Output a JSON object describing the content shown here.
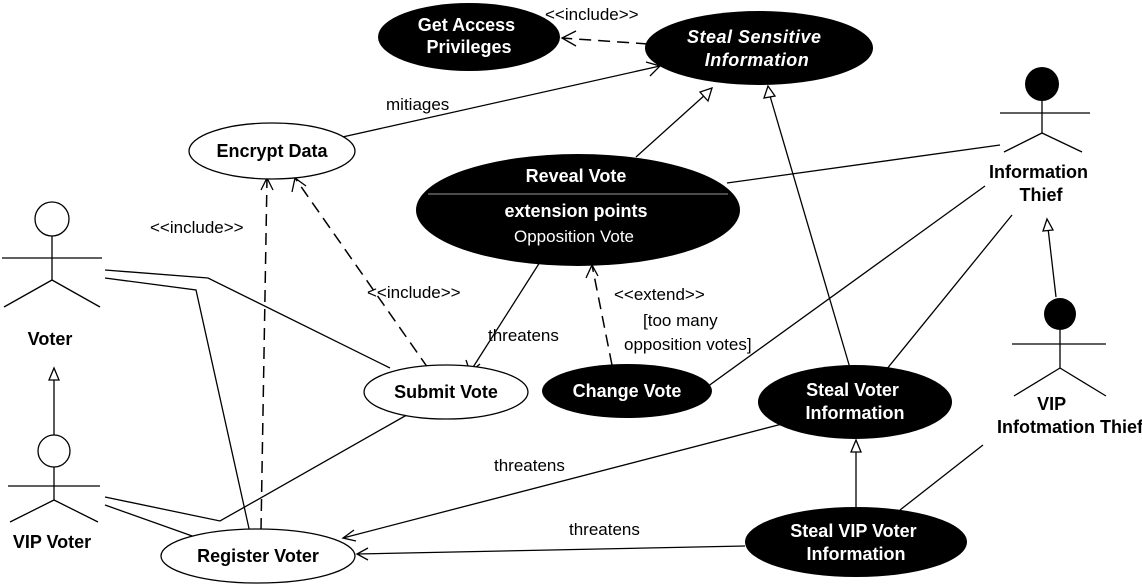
{
  "use_cases": {
    "get_access": [
      "Get Access",
      "Privileges"
    ],
    "steal_sensitive": [
      "Steal Sensitive",
      "Information"
    ],
    "encrypt_data": "Encrypt Data",
    "reveal_vote": {
      "name": "Reveal Vote",
      "ext_header": "extension points",
      "ext_point": "Opposition Vote"
    },
    "submit_vote": "Submit Vote",
    "change_vote": "Change Vote",
    "steal_voter": [
      "Steal Voter",
      "Information"
    ],
    "steal_vip_voter": [
      "Steal VIP Voter",
      "Information"
    ],
    "register_voter": "Register Voter"
  },
  "actors": {
    "voter": "Voter",
    "vip_voter": "VIP Voter",
    "info_thief": [
      "Information",
      "Thief"
    ],
    "vip_info_thief": [
      "VIP",
      "Infotmation Thief"
    ]
  },
  "labels": {
    "include_top": "<<include>>",
    "mitigates": "mitiages",
    "include_left": "<<include>>",
    "include_mid": "<<include>>",
    "threatens_submit": "threatens",
    "extend": "<<extend>>",
    "condition_1": "[too many",
    "condition_2": "opposition votes]",
    "threatens_register": "threatens",
    "threatens_vip": "threatens"
  },
  "colors": {
    "line": "#000000",
    "threat_fill": "#000000",
    "threat_text": "#ffffff",
    "use_case_fill": "#ffffff"
  }
}
